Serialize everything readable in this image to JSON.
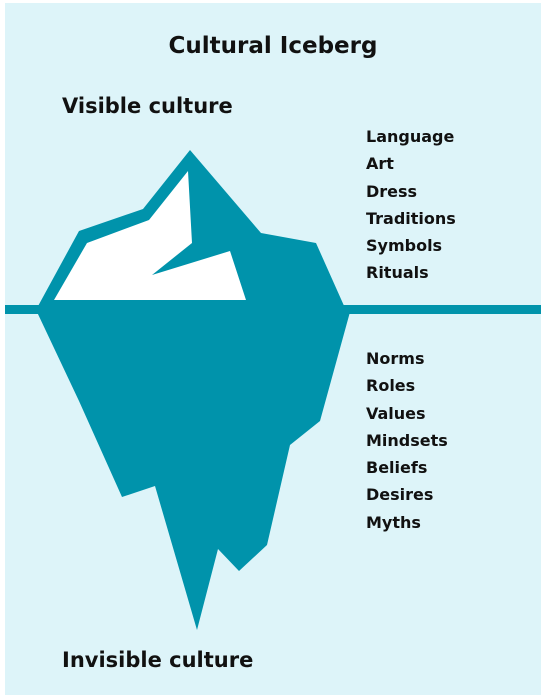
{
  "title": "Cultural Iceberg",
  "visible": {
    "heading": "Visible culture",
    "items": [
      "Language",
      "Art",
      "Dress",
      "Traditions",
      "Symbols",
      "Rituals"
    ]
  },
  "invisible": {
    "heading": "Invisible culture",
    "items": [
      "Norms",
      "Roles",
      "Values",
      "Mindsets",
      "Beliefs",
      "Desires",
      "Myths"
    ]
  },
  "colors": {
    "background": "#ddf4f9",
    "iceberg": "#0093ab",
    "ice_highlight": "#ffffff",
    "text": "#111111"
  }
}
